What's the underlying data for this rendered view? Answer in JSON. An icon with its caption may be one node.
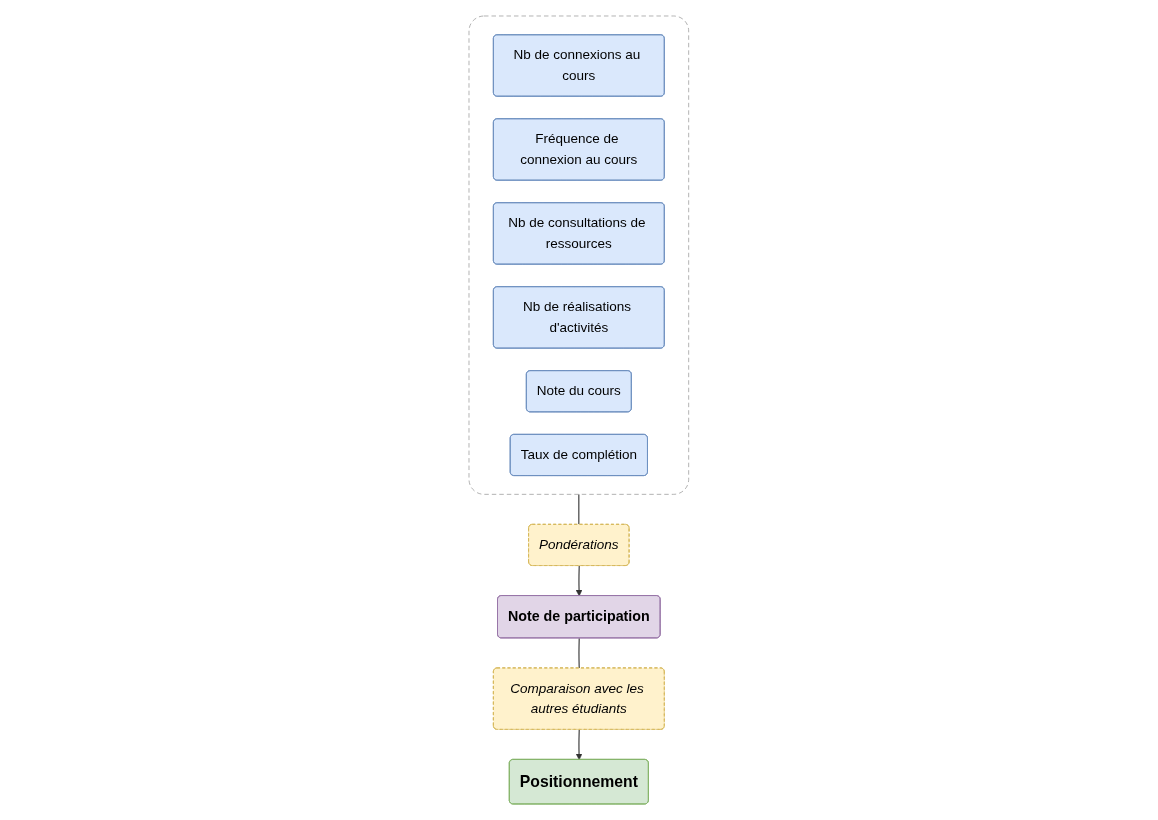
{
  "diagram": {
    "nodes": [
      {
        "text": [],
        "shape": "box"
      },
      {
        "text": [
          "Nb de connexions au cours"
        ],
        "in": 0
      },
      {
        "text": [
          "Fréquence de connexion au cours"
        ],
        "in": 0
      },
      {
        "text": [
          "Nb de consultations de ressources"
        ],
        "in": 0
      },
      {
        "text": [
          "Nb de réalisations d'activités"
        ],
        "in": 0
      },
      {
        "text": [
          "Note du cours"
        ],
        "in": 0
      },
      {
        "text": [
          "Taux de complétion"
        ],
        "in": 0
      },
      {
        "text": [
          "Pondérations"
        ]
      },
      {
        "text": [
          "Note de participation"
        ]
      },
      {
        "text": [
          "Comparaison avec les autres étudiants"
        ]
      },
      {
        "text": [
          "Positionnement"
        ]
      }
    ],
    "edges": [
      {
        "from": 0,
        "to": 7,
        "arrow": "none"
      },
      {
        "from": 7,
        "to": 8,
        "arrow": "to"
      },
      {
        "from": 8,
        "to": 9,
        "arrow": "none"
      },
      {
        "from": 9,
        "to": 10,
        "arrow": "to"
      }
    ]
  }
}
